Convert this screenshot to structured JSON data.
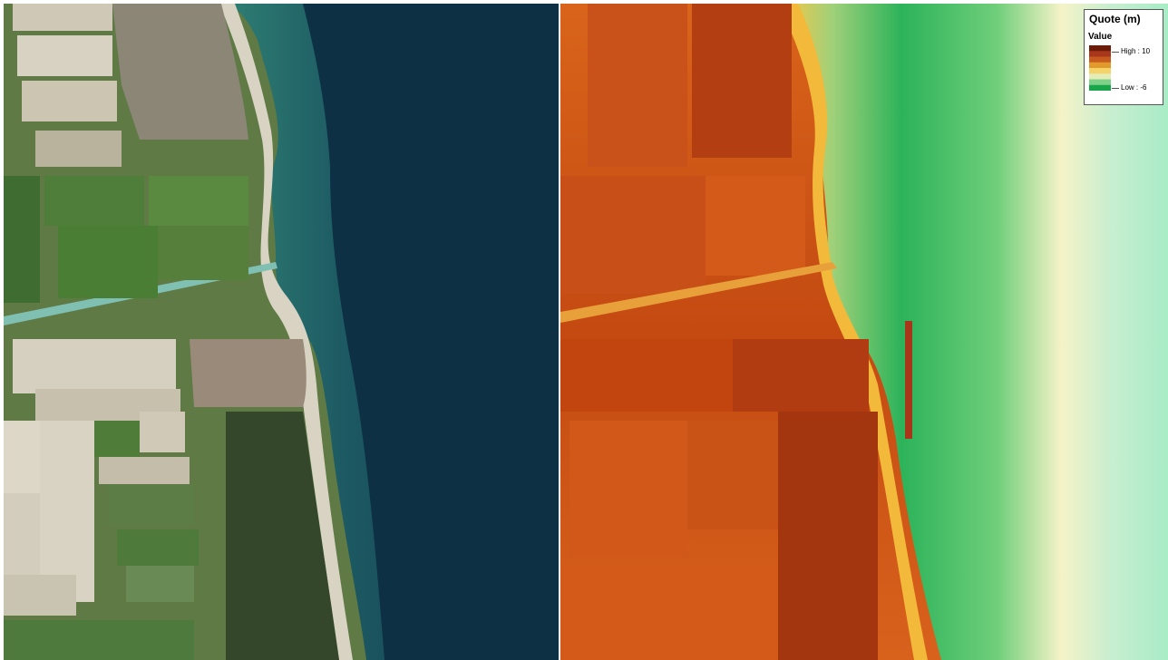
{
  "legend": {
    "title": "Quote (m)",
    "subtitle": "Value",
    "high_label": "High : 10",
    "low_label": "Low : -6",
    "ramp_colors": [
      "#6b1b08",
      "#a8361a",
      "#c75a1f",
      "#e39a2c",
      "#f3d36a",
      "#e5ecb8",
      "#7fd28a",
      "#19a64a"
    ]
  },
  "panels": {
    "left": "satellite-image",
    "right": "elevation-model"
  },
  "colors": {
    "sea_dark": "#0d3045",
    "beach_sand": "#d9d3c4",
    "land_high": "#b83a10",
    "land_mid": "#d9641a",
    "shore_yellow": "#f2b93a",
    "sea_shallow": "#2cb35a",
    "sea_deep_light": "#f5f3c8"
  }
}
